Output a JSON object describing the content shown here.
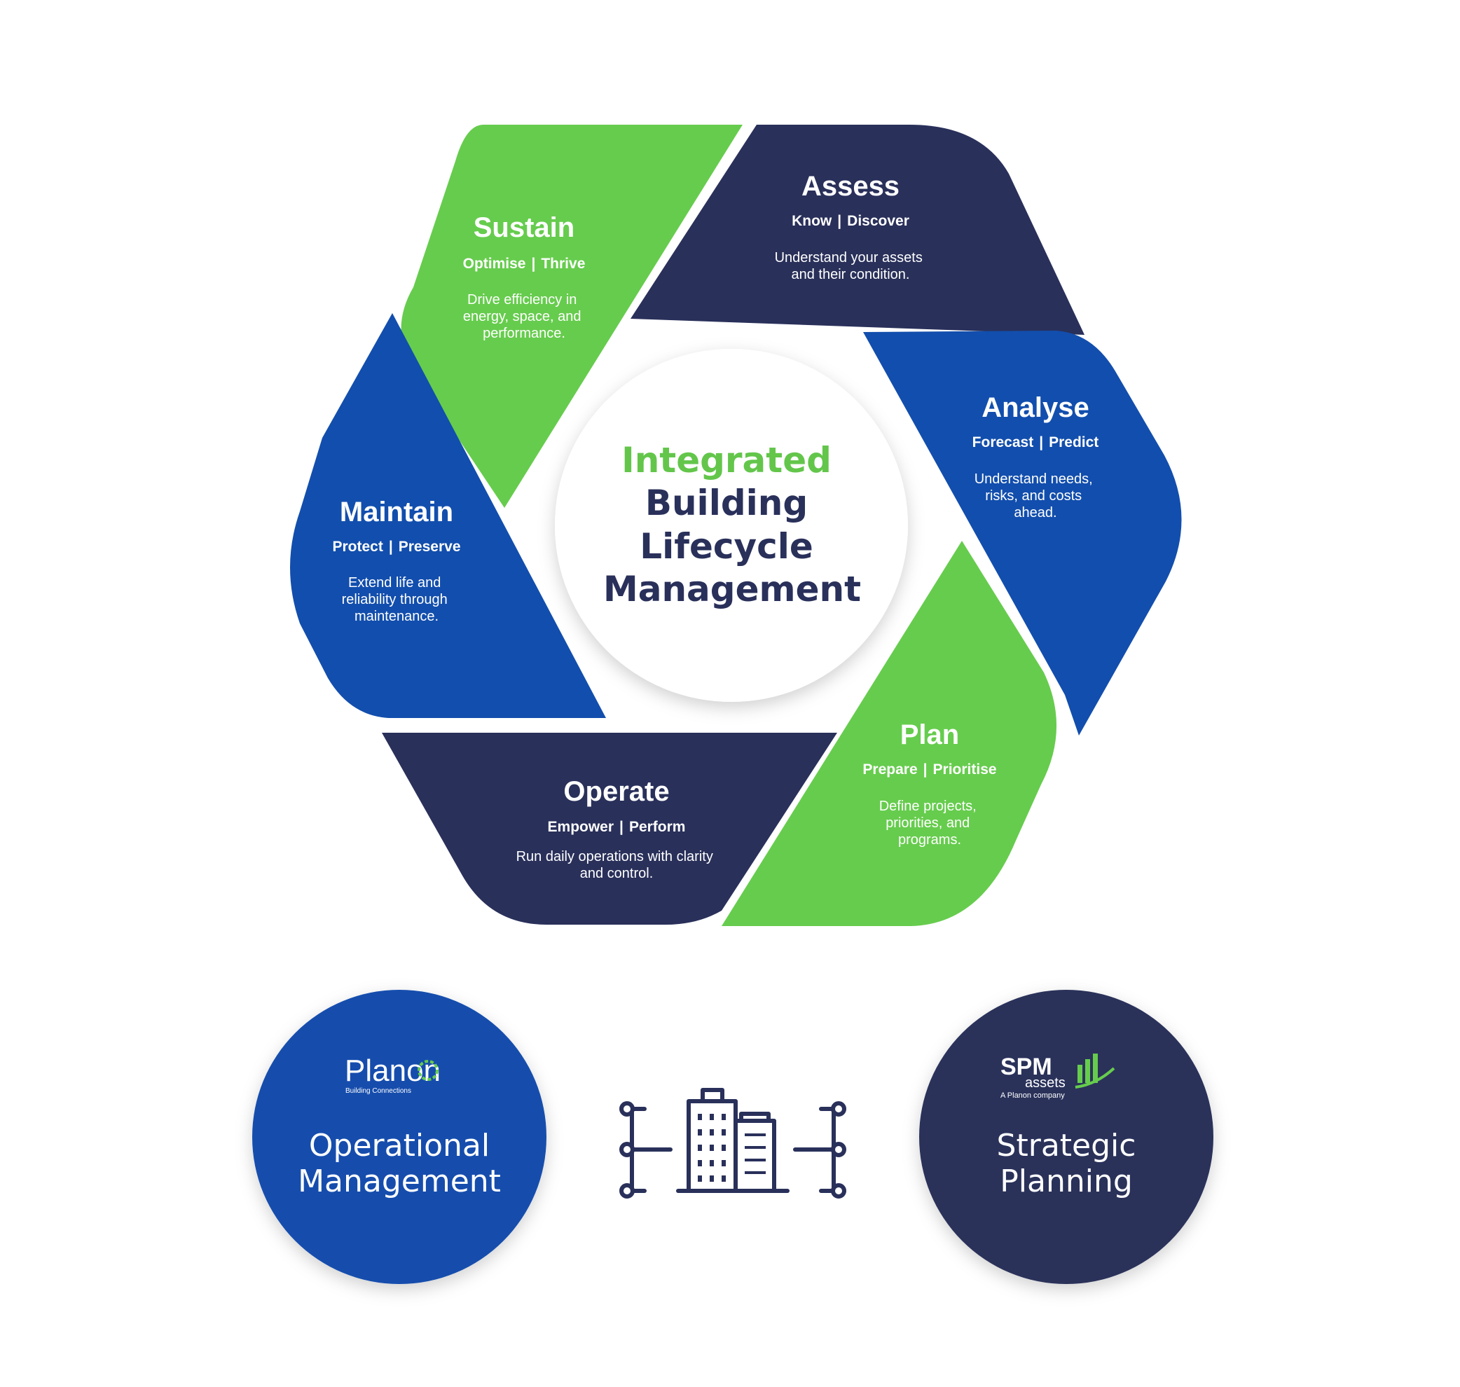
{
  "colors": {
    "green": "#66cc4d",
    "navy": "#29305a",
    "blue": "#124ead",
    "center_green": "#63c64b",
    "center_navy": "#29305a"
  },
  "segments": [
    {
      "id": "assess",
      "title": "Assess",
      "sub_left": "Know",
      "sub_right": "Discover",
      "desc": [
        "Understand your assets",
        "and their condition."
      ],
      "color": "navy"
    },
    {
      "id": "analyse",
      "title": "Analyse",
      "sub_left": "Forecast",
      "sub_right": "Predict",
      "desc": [
        "Understand needs,",
        "risks, and costs",
        "ahead."
      ],
      "color": "blue"
    },
    {
      "id": "plan",
      "title": "Plan",
      "sub_left": "Prepare",
      "sub_right": "Prioritise",
      "desc": [
        "Define projects,",
        "priorities, and",
        "programs."
      ],
      "color": "green"
    },
    {
      "id": "operate",
      "title": "Operate",
      "sub_left": "Empower",
      "sub_right": "Perform",
      "desc": [
        "Run daily operations with clarity",
        "and control."
      ],
      "color": "navy"
    },
    {
      "id": "maintain",
      "title": "Maintain",
      "sub_left": "Protect",
      "sub_right": "Preserve",
      "desc": [
        "Extend life and",
        "reliability through",
        "maintenance."
      ],
      "color": "blue"
    },
    {
      "id": "sustain",
      "title": "Sustain",
      "sub_left": "Optimise",
      "sub_right": "Thrive",
      "desc": [
        "Drive efficiency in",
        "energy, space, and",
        "performance."
      ],
      "color": "green"
    }
  ],
  "center": {
    "line1": "Integrated",
    "line2": "Building",
    "line3": "Lifecycle",
    "line4": "Management"
  },
  "operational": {
    "logo_main": "Planon",
    "logo_tag": "Building Connections",
    "label_line1": "Operational",
    "label_line2": "Management",
    "color": "#124ead"
  },
  "strategic": {
    "logo_main": "SPM",
    "logo_sub": "assets",
    "logo_tag": "A Planon company",
    "label_line1": "Strategic",
    "label_line2": "Planning",
    "color": "#29305a"
  },
  "icons": {
    "hub": "building-network-icon",
    "planon_o": "planon-ring-icon",
    "spm_bars": "bar-graph-icon"
  }
}
